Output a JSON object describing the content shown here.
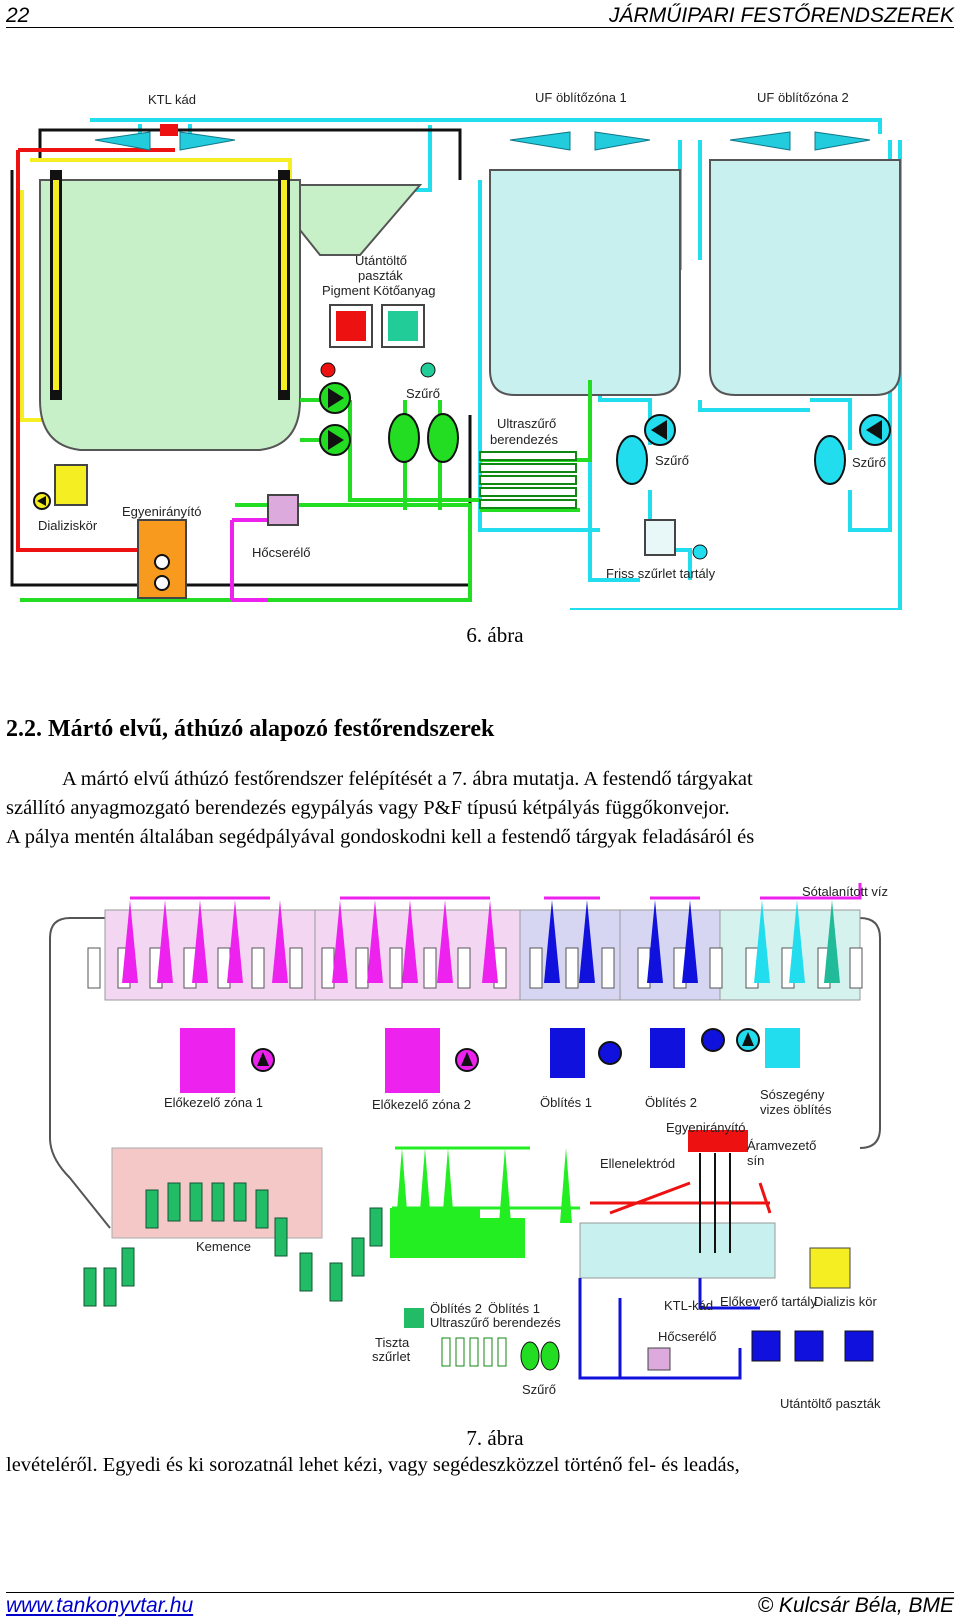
{
  "header": {
    "page_number": "22",
    "title": "JÁRMŰIPARI FESTŐRENDSZEREK"
  },
  "figure6": {
    "caption": "6. ábra",
    "labels": {
      "ktl_tank": "KTL kád",
      "uf_zone1": "UF öblítőzóna 1",
      "uf_zone2": "UF öblítőzóna 2",
      "refill_line1": "Utántöltő",
      "refill_line2": "paszták",
      "refill_line3": "Pigment Kötőanyag",
      "filter": "Szűrő",
      "uf_device_line1": "Ultraszűrő",
      "uf_device_line2": "berendezés",
      "filter2": "Szűrő",
      "filter3": "Szűrő",
      "dialysis": "Dializiskör",
      "rectifier": "Egyenirányító",
      "heat_exchanger": "Hőcserélő",
      "fresh_tank": "Friss szűrlet tartály"
    }
  },
  "section": {
    "title": "2.2. Mártó elvű, áthúzó alapozó festőrendszerek"
  },
  "paragraph": {
    "line1": "A mártó elvű áthúzó festőrendszer felépítését a 7. ábra mutatja. A festendő tárgyakat",
    "line2": "szállító anyagmozgató berendezés egypályás vagy P&F típusú kétpályás függőkonvejor.",
    "line3": "A pálya mentén általában segédpályával gondoskodni kell a festendő tárgyak feladásáról és"
  },
  "figure7": {
    "caption": "7. ábra",
    "labels": {
      "deionized": "Sótalanított víz",
      "pre1": "Előkezelő zóna 1",
      "pre2": "Előkezelő zóna 2",
      "rinse1": "Öblítés 1",
      "rinse2": "Öblítés 2",
      "salt_line1": "Sószegény",
      "salt_line2": "vizes öblítés",
      "rectifier": "Egyenirányító",
      "counter_electrode": "Ellenelektród",
      "rail_line1": "Áramvezető",
      "rail_line2": "sín",
      "oven": "Kemence",
      "rinse2b": "Öblítés 2",
      "rinse1b": "Öblítés 1",
      "uf_device": "Ultraszűrő berendezés",
      "ktl_tank": "KTL-kád",
      "mixing_tank": "Előkeverő tartály",
      "dialysis": "Dializis kör",
      "heat_exchanger": "Hőcserélő",
      "clean_filtrate_line1": "Tiszta",
      "clean_filtrate_line2": "szűrlet",
      "filter": "Szűrő",
      "refill": "Utántöltő paszták"
    }
  },
  "continuation": "levételéről. Egyedi és ki sorozatnál lehet kézi, vagy segédeszközzel történő fel- és leadás,",
  "footer": {
    "url": "www.tankonyvtar.hu",
    "author": "© Kulcsár Béla, BME"
  },
  "colors": {
    "bath_green": "#c8f0c8",
    "red": "#ee1111",
    "yellow": "#f5ee22",
    "cyan": "#22ddee",
    "green": "#22dd22",
    "magenta": "#ee22ee",
    "blue": "#1111dd"
  }
}
